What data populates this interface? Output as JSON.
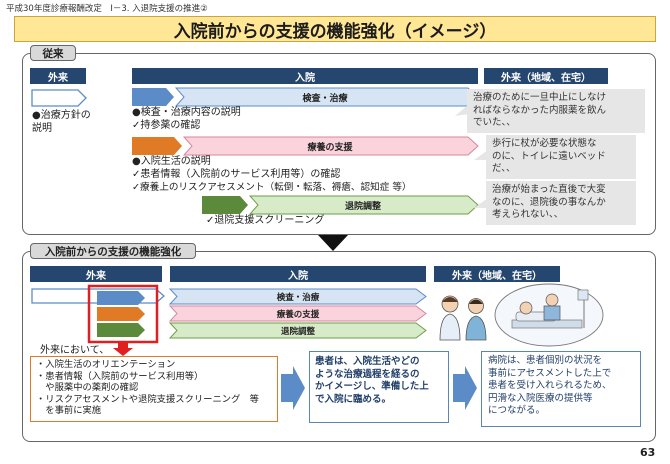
{
  "header": "平成30年度診療報酬改定　Ⅰ－3. 入退院支援の推進②",
  "title": "入院前からの支援の機能強化（イメージ）",
  "top_section": {
    "label": "従来",
    "col_outpatient": "外来",
    "col_inpatient": "入院",
    "col_community": "外来（地域、在宅）",
    "outpatient_item": "●治療方針の説明",
    "arrow1_label": "検査・治療",
    "arrow1_items": [
      "●検査・治療内容の説明",
      "✓持参薬の確認"
    ],
    "arrow2_label": "療養の支援",
    "arrow2_items": [
      "●入院生活の説明",
      "✓患者情報（入院前のサービス利用等）の確認",
      "✓療養上のリスクアセスメント（転倒・転落、褥瘡、認知症 等）"
    ],
    "arrow3_label": "退院調整",
    "arrow3_items": [
      "✓退院支援スクリーニング"
    ],
    "bubbles": [
      [
        "治療のために一旦中止にしなけ",
        "ればならなかった内服薬を飲ん",
        "でいた、、"
      ],
      [
        "歩行に杖が必要な状態な",
        "のに、トイレに遠いベッド",
        "だ、、"
      ],
      [
        "治療が始まった直後で大変",
        "なのに、退院後の事なんか",
        "考えられない、、"
      ]
    ]
  },
  "bottom_section": {
    "label": "入院前からの支援の機能強化",
    "col_outpatient": "外来",
    "col_inpatient": "入院",
    "col_community": "外来（地域、在宅）",
    "arrow1_label": "検査・治療",
    "arrow2_label": "療養の支援",
    "arrow3_label": "退院調整",
    "intro": "外来において、",
    "box1_lines": [
      "・入院生活のオリエンテーション",
      "・患者情報（入院前のサービス利用等）",
      "　や服薬中の薬剤の確認",
      "・リスクアセスメントや退院支援スクリーニング　等",
      "　を事前に実施"
    ],
    "box2_lines": [
      "患者は、入院生活やどの",
      "ような治療過程を経るの",
      "かイメージし、準備した上",
      "で入院に臨める。"
    ],
    "box3_lines": [
      "病院は、患者個別の状況を",
      "事前にアセスメントした上で",
      "患者を受け入れられるため、",
      "円滑な入院医療の提供等",
      "につながる。"
    ]
  },
  "colors": {
    "navy": "#25466e",
    "blue": "#5b8cc8",
    "orange": "#e07a24",
    "green": "#5a8a3a",
    "red": "#e02020",
    "title_bg": "#ffe796"
  },
  "page_number": "63"
}
